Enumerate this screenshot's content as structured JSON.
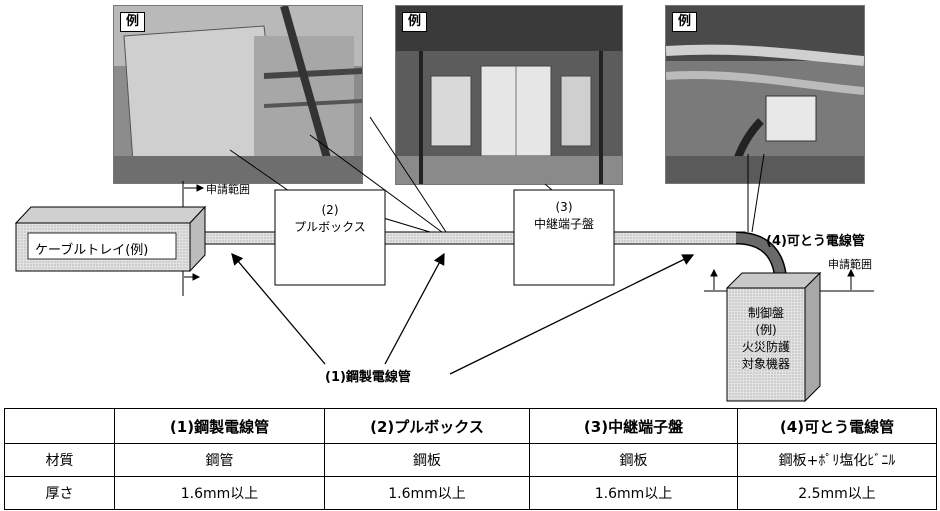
{
  "photos": [
    {
      "tag": "例"
    },
    {
      "tag": "例"
    },
    {
      "tag": "例"
    }
  ],
  "diagram": {
    "application_scope_left": "申請範囲",
    "application_scope_right": "申請範囲",
    "cable_tray": "ケーブルトレイ(例)",
    "pull_box_num": "(2)",
    "pull_box_name": "プルボックス",
    "relay_num": "(3)",
    "relay_name": "中継端子盤",
    "flexible_conduit": "(4)可とう電線管",
    "steel_conduit": "(1)鋼製電線管",
    "control_panel": [
      "制御盤",
      "(例)",
      "火災防護",
      "対象機器"
    ]
  },
  "table": {
    "headers": [
      "",
      "(1)鋼製電線管",
      "(2)プルボックス",
      "(3)中継端子盤",
      "(4)可とう電線管"
    ],
    "rows": [
      [
        "材質",
        "鋼管",
        "鋼板",
        "鋼板",
        "鋼板+ﾎﾟﾘ塩化ﾋﾞﾆﾙ"
      ],
      [
        "厚さ",
        "1.6mm以上",
        "1.6mm以上",
        "1.6mm以上",
        "2.5mm以上"
      ]
    ]
  }
}
